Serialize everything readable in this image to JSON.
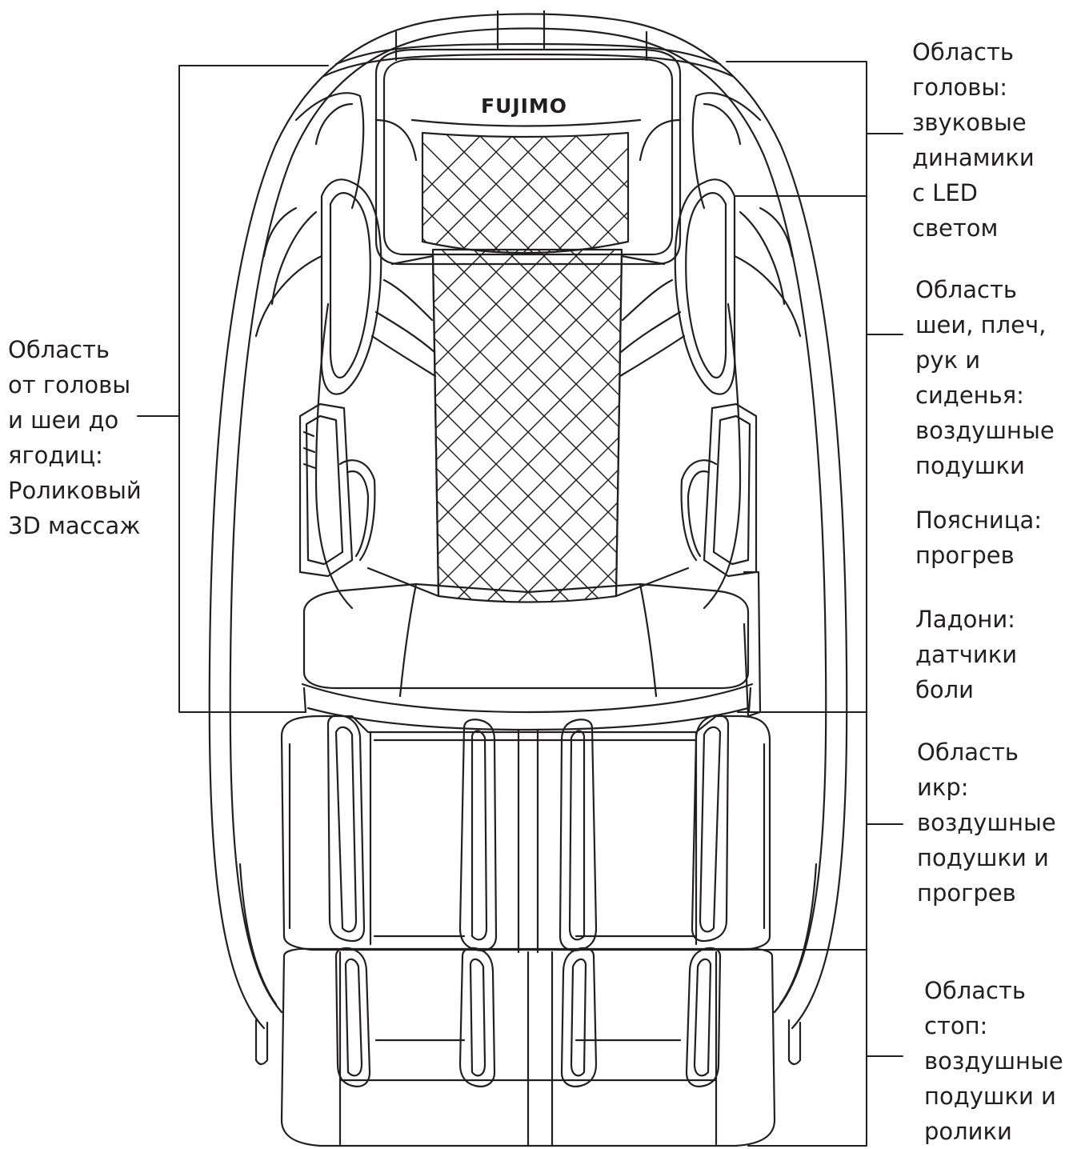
{
  "brand": {
    "logo_text": "FUJIMO"
  },
  "callouts": {
    "left_zone": "Область\nот головы\nи шеи до\nягодиц:\nРоликовый\n3D массаж",
    "head_zone": "Область\nголовы:\nзвуковые\nдинамики\nс LED\nсветом",
    "neck_zone": "Область\nшеи, плеч,\nрук и\nсиденья:\nвоздушные\nподушки",
    "waist_zone": "Поясница:\nпрогрев",
    "palm_zone": "Ладони:\nдатчики\nболи",
    "calf_zone": "Область\nикр:\nвоздушные\nподушки и\nпрогрев",
    "foot_zone": "Область\nстоп:\nвоздушные\nподушки и\nролики"
  },
  "colors": {
    "line": "#231f20",
    "background": "#ffffff"
  }
}
